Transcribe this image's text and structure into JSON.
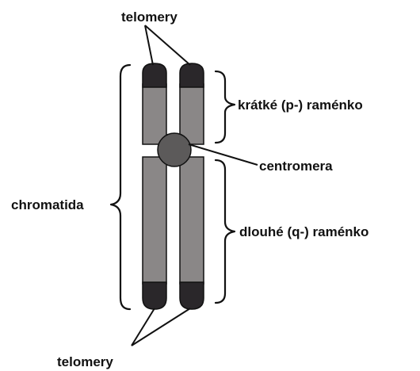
{
  "labels": {
    "telomery_top": "telomery",
    "p_arm": "krátké (p-) raménko",
    "centromere": "centromera",
    "chromatid": "chromatida",
    "q_arm": "dlouhé (q-) raménko",
    "telomery_bottom": "telomery"
  },
  "colors": {
    "arm_fill": "#8a8787",
    "telomere_fill": "#2a272a",
    "centromere_fill": "#5c5a5a",
    "outline": "#111111",
    "text": "#111111"
  }
}
